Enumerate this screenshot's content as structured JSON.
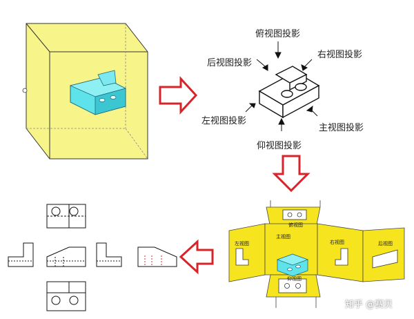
{
  "labels": {
    "top": "俯视图投影",
    "back": "后视图投影",
    "right": "右视图投影",
    "left": "左视图投影",
    "front": "主视图投影",
    "bottom": "仰视图投影"
  },
  "unfolded_labels": {
    "top": "俯视图",
    "left": "左视图",
    "front": "主视图",
    "right": "右视图",
    "back": "后视图",
    "bottom": "仰视图"
  },
  "watermark": "知乎 @赛贝",
  "colors": {
    "box_fill": "#f7f58a",
    "panel_fill": "#f5e41e",
    "part_fill": "#5fe3ea",
    "arrow_red": "#d9232a"
  }
}
